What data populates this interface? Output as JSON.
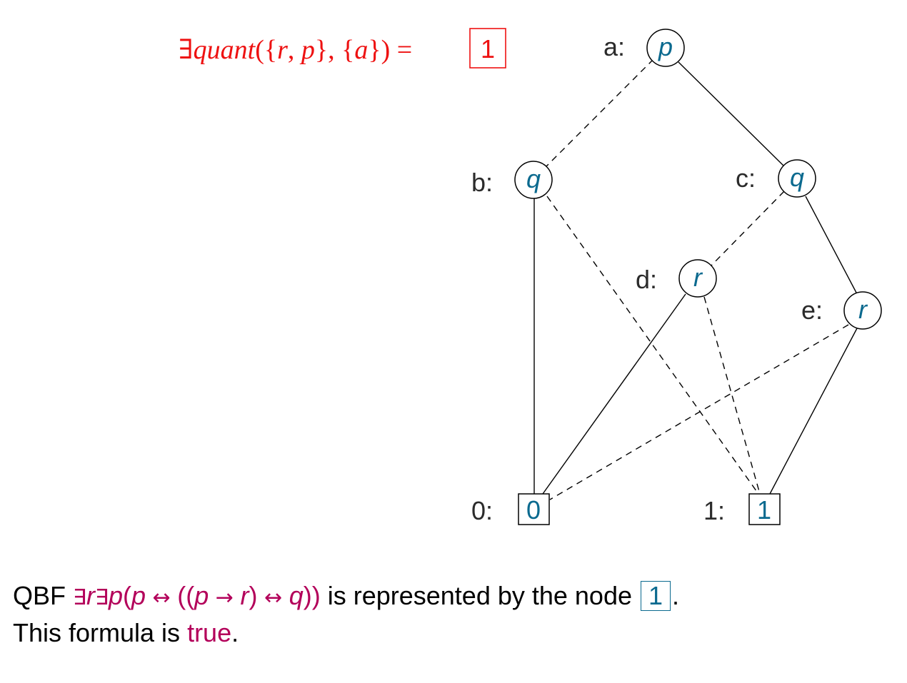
{
  "header_formula": {
    "exists": "∃",
    "func": "quant",
    "open": "({",
    "v1": "r",
    "comma1": ", ",
    "v2": "p",
    "mid": "}, {",
    "v3": "a",
    "close": "}) =",
    "result": "1"
  },
  "nodes": [
    {
      "id": "a",
      "label": "a:",
      "var": "p"
    },
    {
      "id": "b",
      "label": "b:",
      "var": "q"
    },
    {
      "id": "c",
      "label": "c:",
      "var": "q"
    },
    {
      "id": "d",
      "label": "d:",
      "var": "r"
    },
    {
      "id": "e",
      "label": "e:",
      "var": "r"
    }
  ],
  "terminals": [
    {
      "id": "t0",
      "label": "0:",
      "value": "0"
    },
    {
      "id": "t1",
      "label": "1:",
      "value": "1"
    }
  ],
  "edges": [
    {
      "from": "a",
      "to": "b",
      "style": "dashed"
    },
    {
      "from": "a",
      "to": "c",
      "style": "solid"
    },
    {
      "from": "b",
      "to": "t0",
      "style": "solid"
    },
    {
      "from": "b",
      "to": "t1",
      "style": "dashed"
    },
    {
      "from": "c",
      "to": "d",
      "style": "dashed"
    },
    {
      "from": "c",
      "to": "e",
      "style": "solid"
    },
    {
      "from": "d",
      "to": "t0",
      "style": "solid"
    },
    {
      "from": "d",
      "to": "t1",
      "style": "dashed"
    },
    {
      "from": "e",
      "to": "t0",
      "style": "dashed"
    },
    {
      "from": "e",
      "to": "t1",
      "style": "solid"
    }
  ],
  "footer": {
    "line1_prefix": "QBF ",
    "q_exists1": "∃",
    "q_var1": "r",
    "q_exists2": "∃",
    "q_var2": "p",
    "f_open": "(",
    "f_p1": "p",
    "iff": " ↔ ",
    "f_open2": "((",
    "f_p2": "p",
    "implies": " → ",
    "f_r": "r",
    "f_close1": ")",
    "iff2": " ↔ ",
    "f_q": "q",
    "f_close2": "))",
    "line1_mid": " is represented by the node ",
    "node_value": "1",
    "line1_end": ".",
    "line2_prefix": "This formula is ",
    "truth": "true",
    "line2_end": "."
  },
  "colors": {
    "formula_red": "#ee1111",
    "node_blue": "#0b6a8f",
    "magenta": "#b3005a"
  }
}
